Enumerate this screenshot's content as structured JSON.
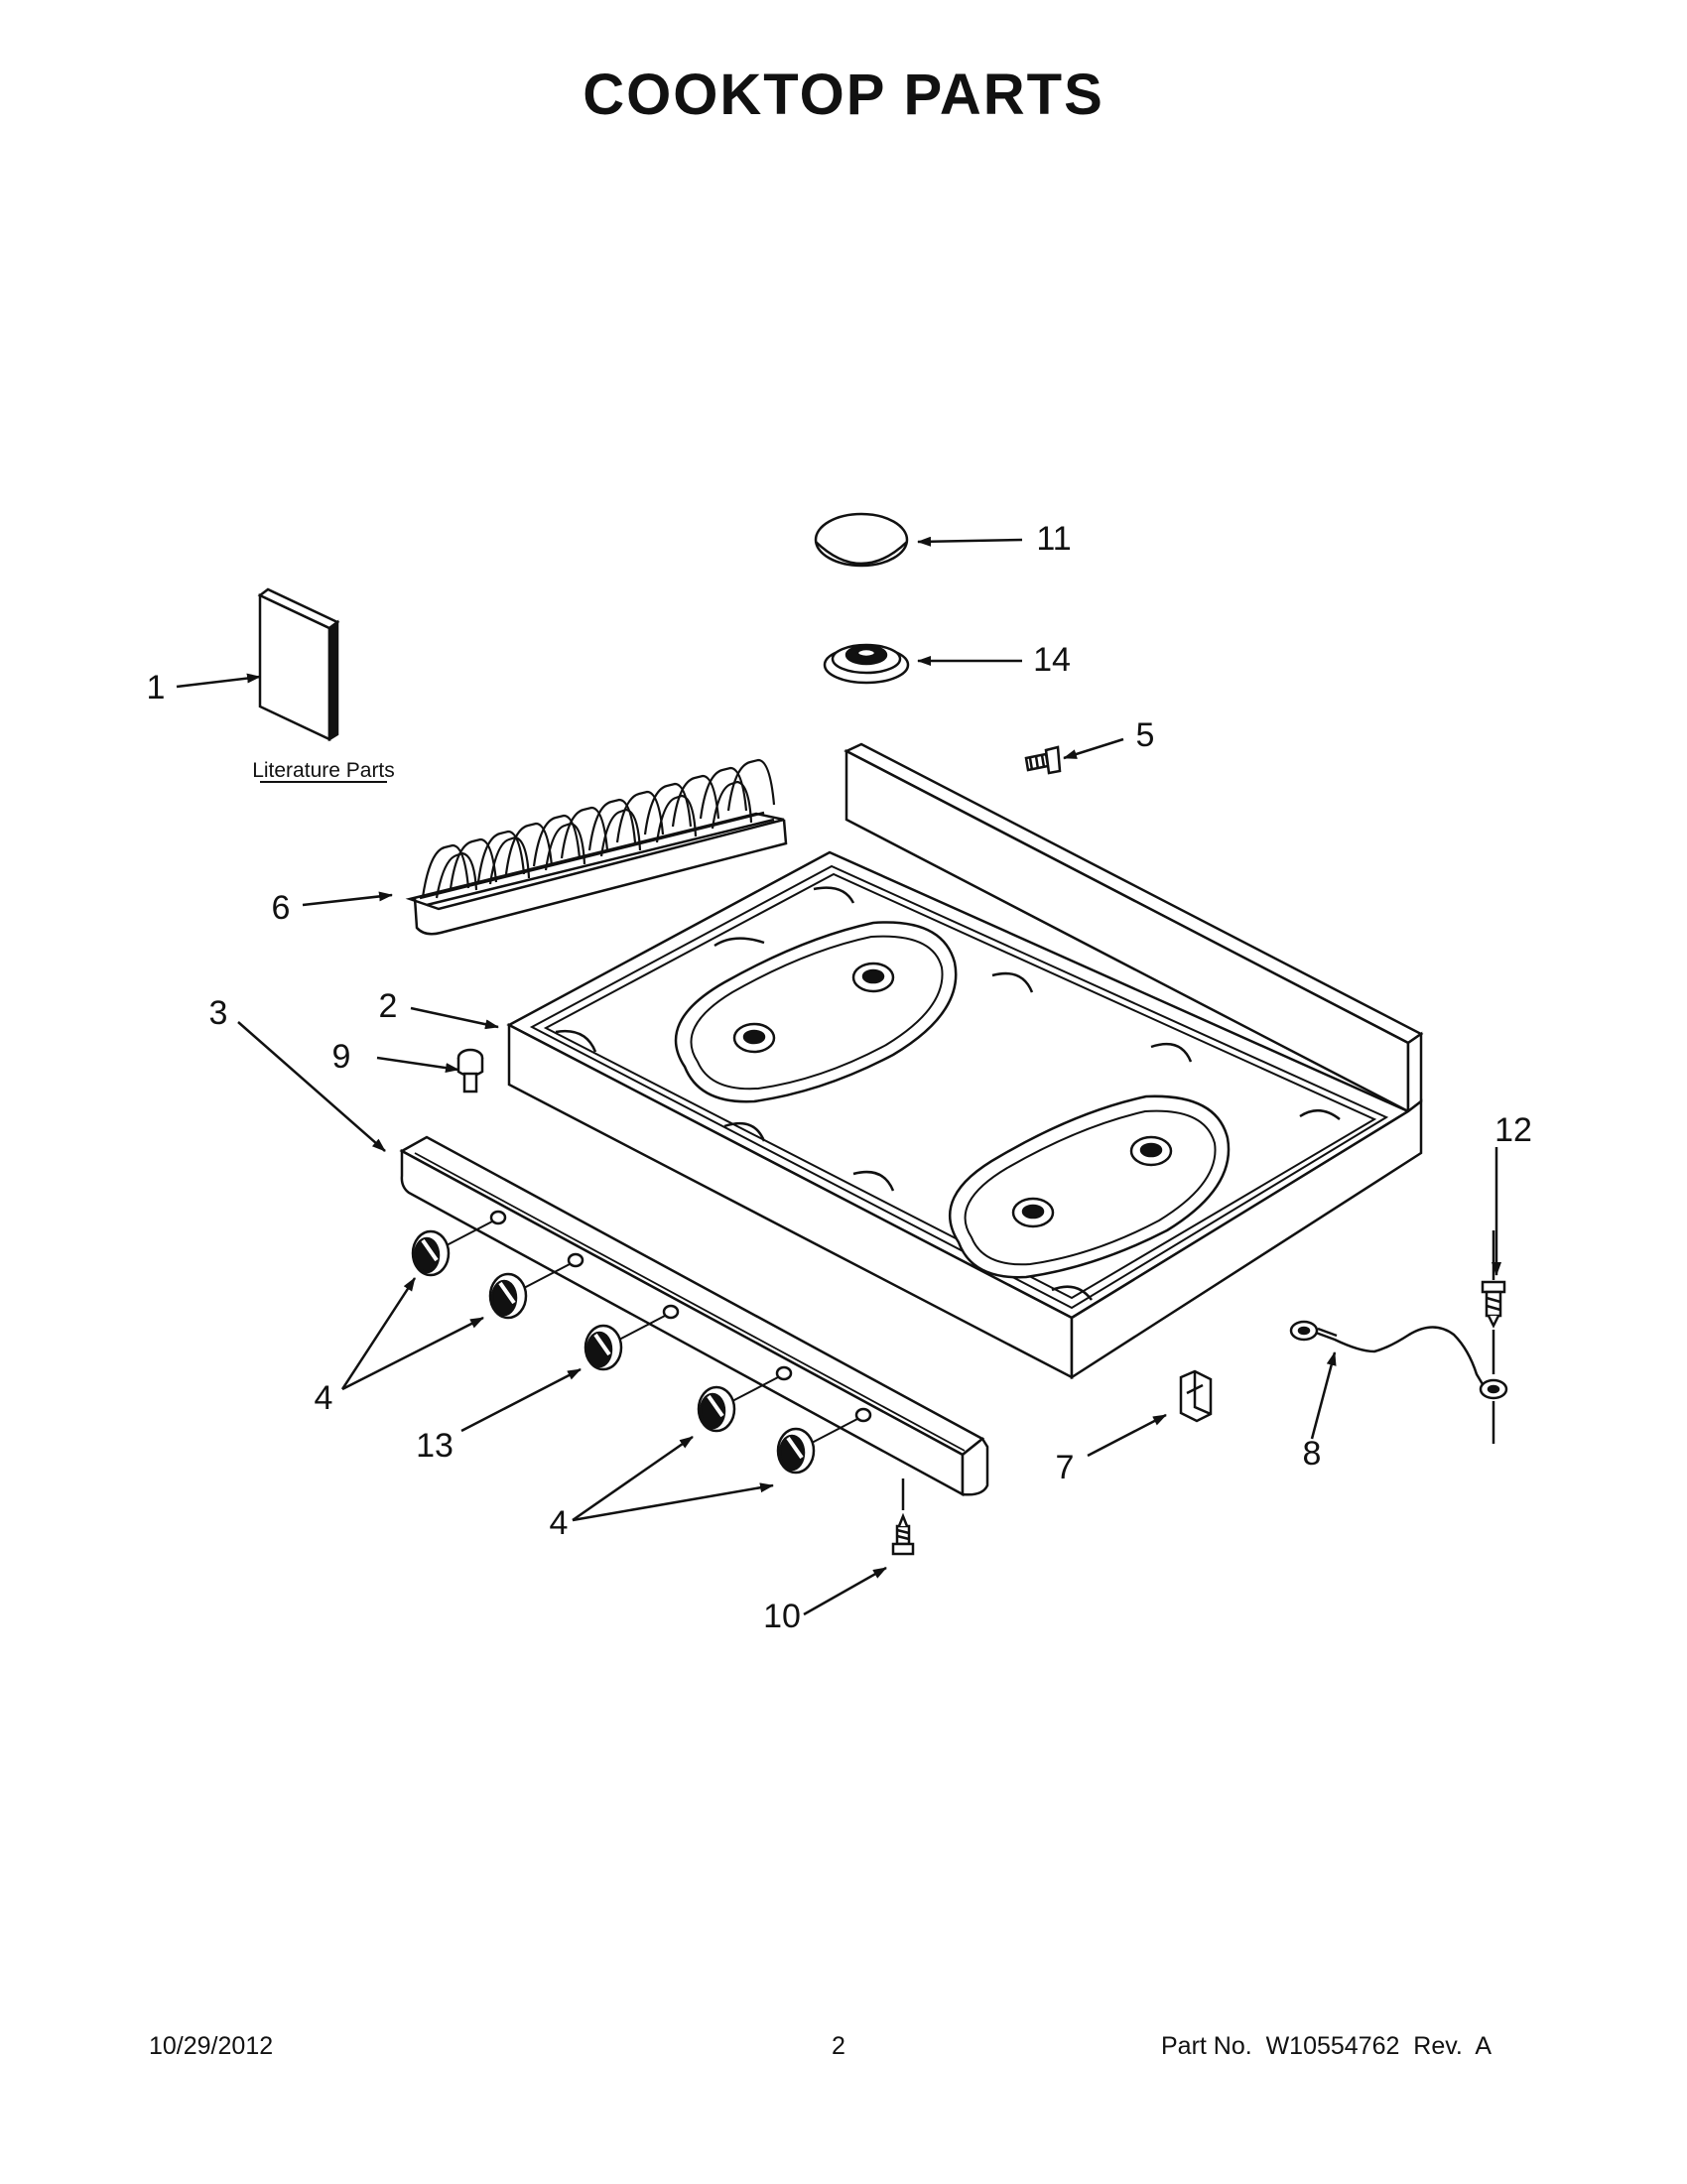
{
  "page": {
    "title": "COOKTOP PARTS",
    "literature_label": "Literature Parts"
  },
  "callouts": {
    "c1": "1",
    "c2": "2",
    "c3": "3",
    "c4a": "4",
    "c4b": "4",
    "c5": "5",
    "c6": "6",
    "c7": "7",
    "c8": "8",
    "c9": "9",
    "c10": "10",
    "c11": "11",
    "c12": "12",
    "c13": "13",
    "c14": "14"
  },
  "footer": {
    "date": "10/29/2012",
    "page_number": "2",
    "part_no": "Part No.  W10554762  Rev.  A"
  }
}
